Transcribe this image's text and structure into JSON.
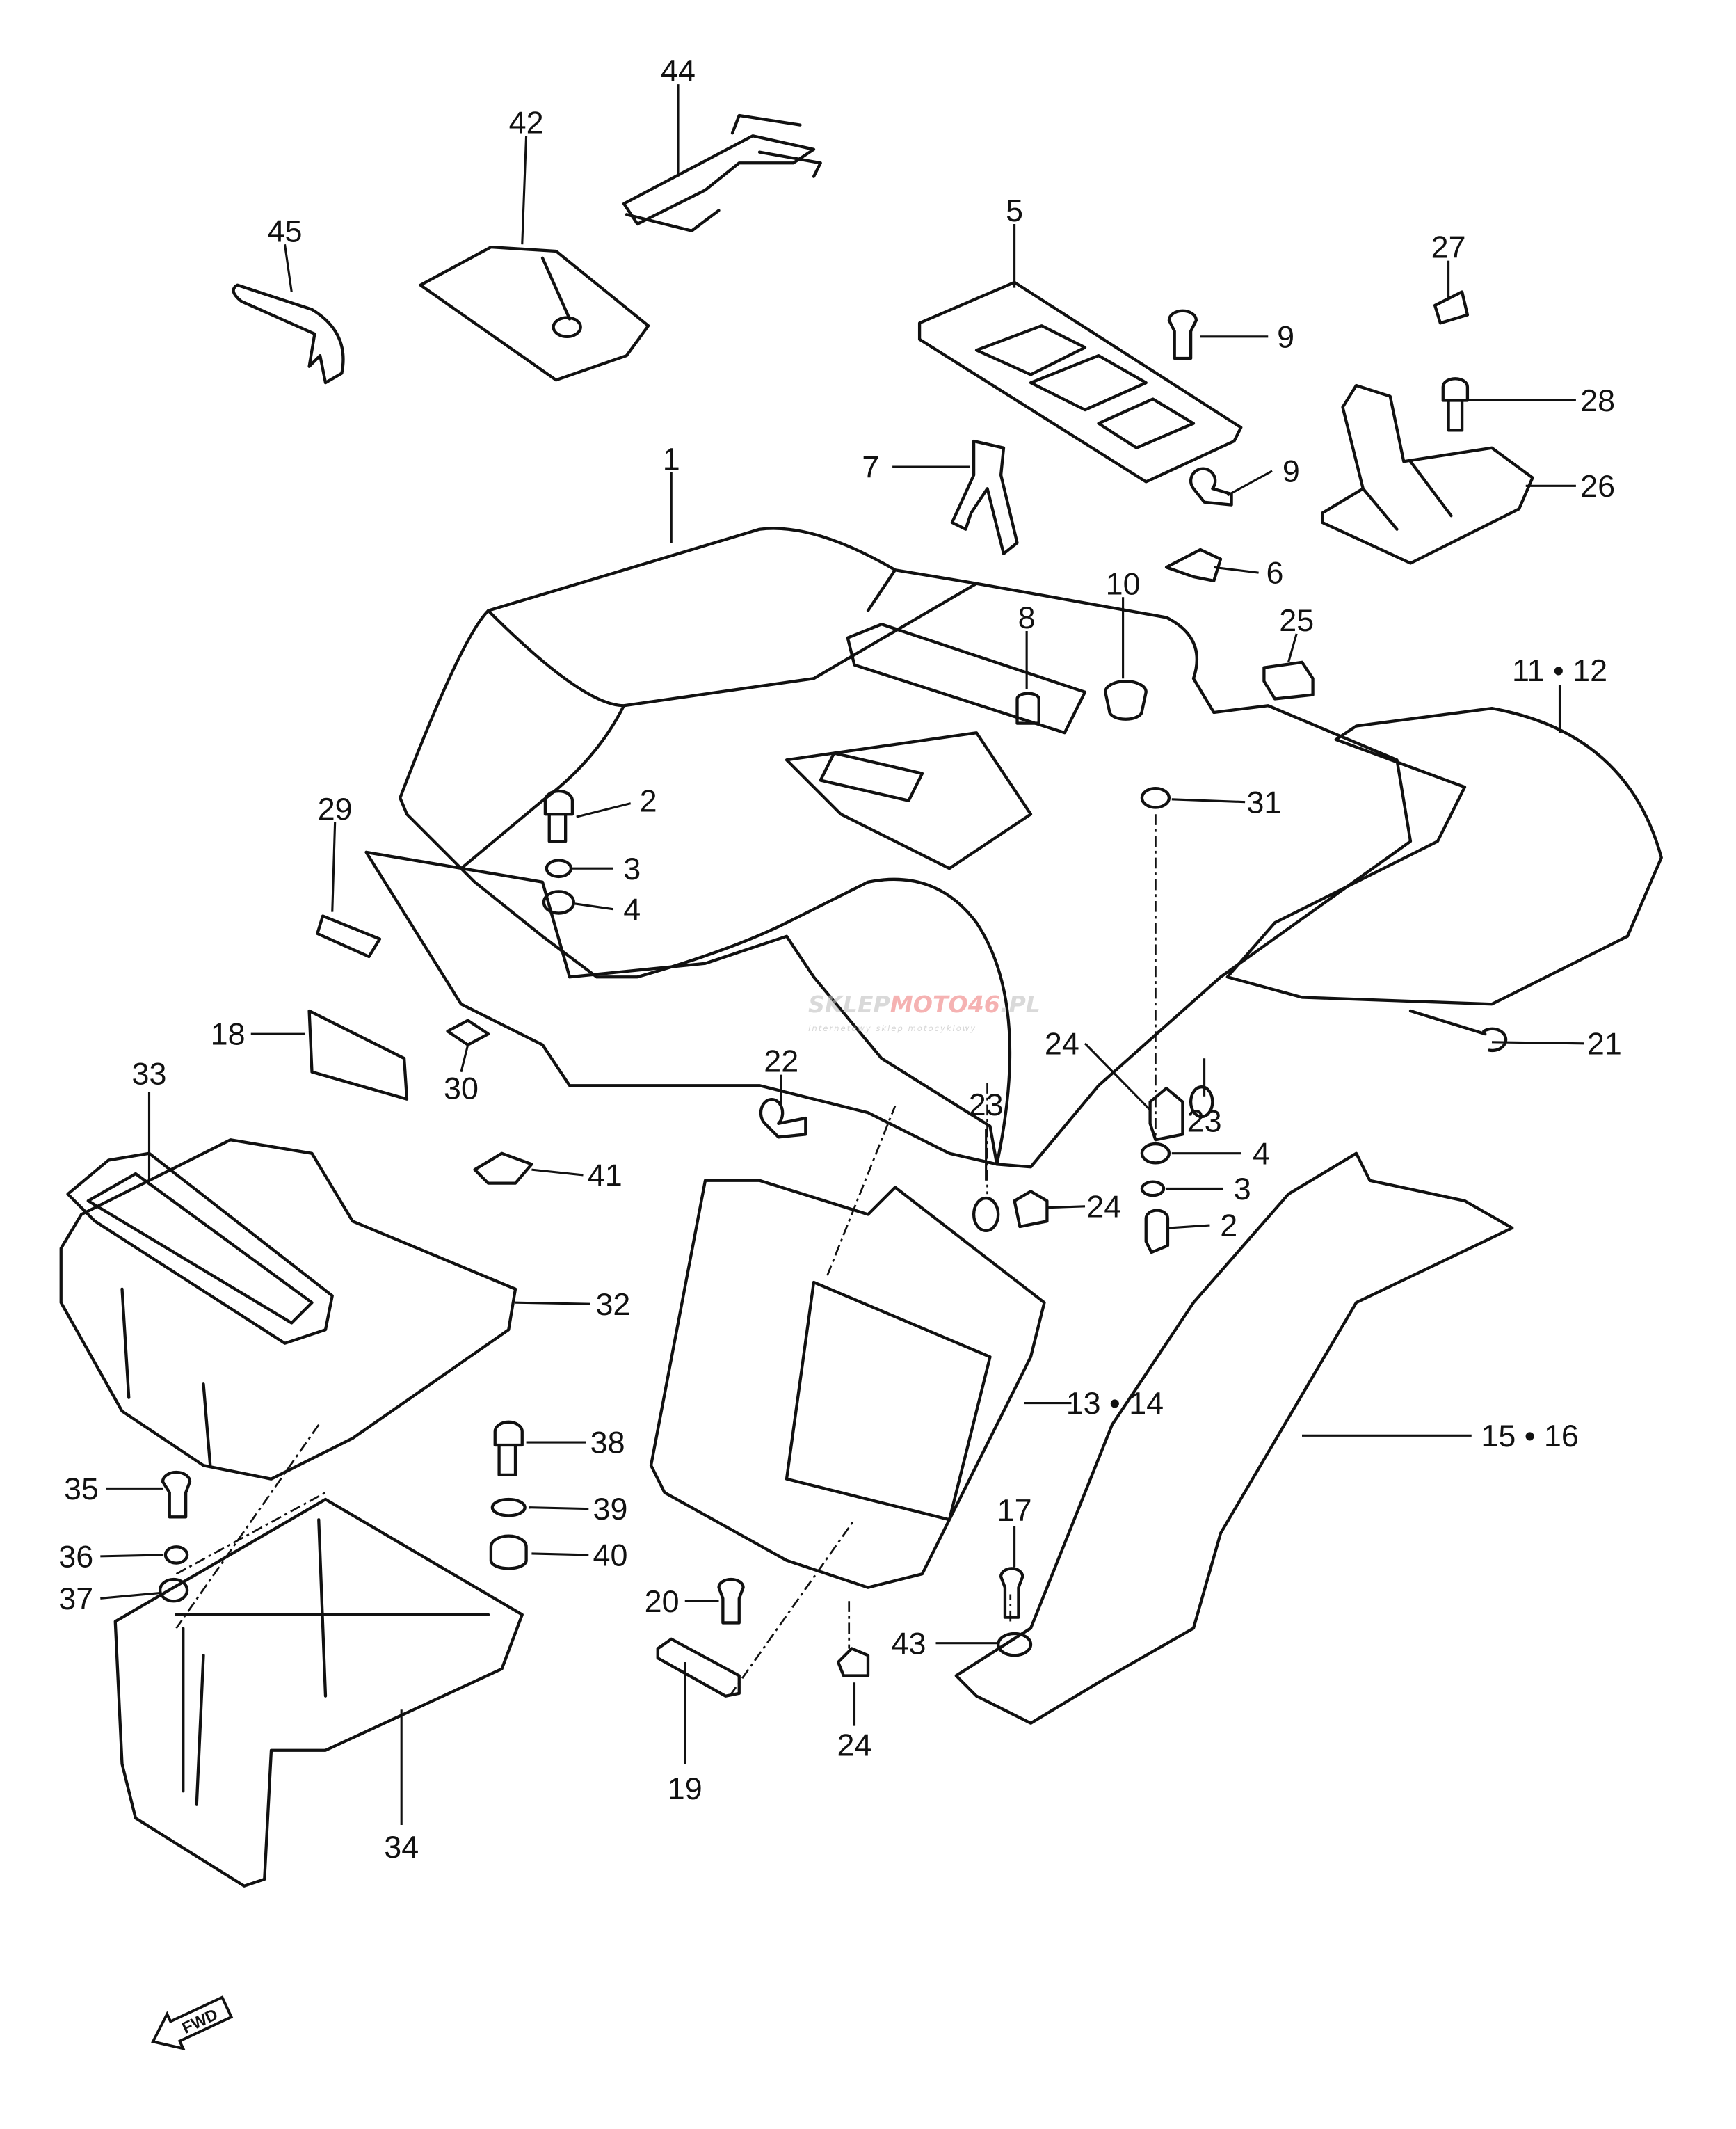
{
  "diagram": {
    "type": "exploded parts diagram",
    "callouts": [
      "44",
      "42",
      "45",
      "5",
      "9",
      "27",
      "28",
      "7",
      "9",
      "26",
      "1",
      "6",
      "10",
      "8",
      "25",
      "11 • 12",
      "29",
      "2",
      "31",
      "3",
      "4",
      "18",
      "30",
      "22",
      "24",
      "21",
      "23",
      "23",
      "33",
      "4",
      "41",
      "3",
      "24",
      "2",
      "32",
      "13 • 14",
      "15 • 16",
      "38",
      "35",
      "39",
      "17",
      "36",
      "40",
      "37",
      "20",
      "43",
      "24",
      "19",
      "34"
    ],
    "fwd_label": "FWD",
    "watermark": {
      "brand_a": "SKLEP",
      "brand_b": "MOTO",
      "brand_c": "46",
      "brand_d": ".PL",
      "tagline": "internetowy sklep motocyklowy"
    },
    "colors": {
      "line": "#111111",
      "watermark_red": "#f08080",
      "watermark_grey": "#c0c0c0"
    }
  }
}
